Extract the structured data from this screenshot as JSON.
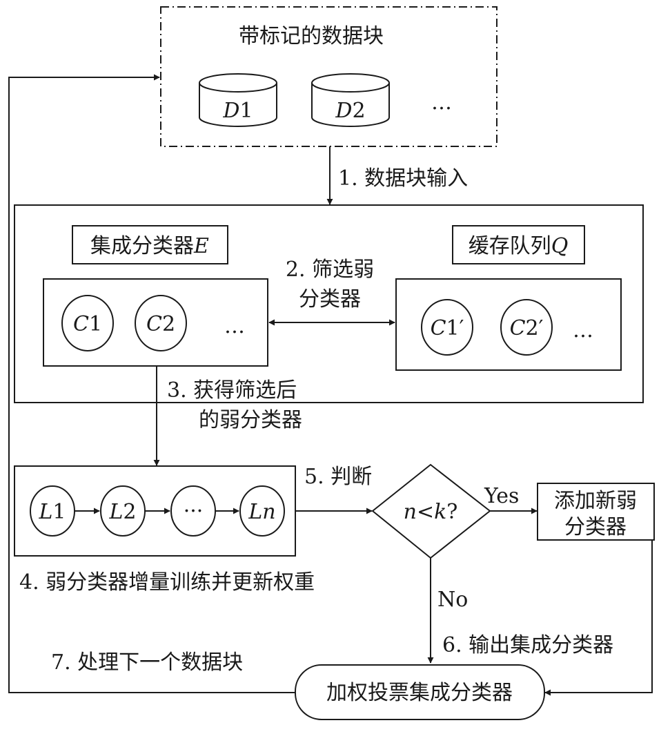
{
  "data_blocks": {
    "title": "带标记的数据块",
    "items": [
      {
        "var": "D",
        "idx": "1"
      },
      {
        "var": "D",
        "idx": "2"
      }
    ],
    "ellipsis": "…"
  },
  "steps": {
    "s1": "1. 数据块输入",
    "s2_line1": "2. 筛选弱",
    "s2_line2": "分类器",
    "s3_line1": "3. 获得筛选后",
    "s3_line2": "的弱分类器",
    "s4": "4. 弱分类器增量训练并更新权重",
    "s5": "5. 判断",
    "s6": "6. 输出集成分类器",
    "s7": "7. 处理下一个数据块"
  },
  "ensemble": {
    "label_text": "集成分类器",
    "label_var": "E",
    "nodes": [
      {
        "var": "C",
        "idx": "1"
      },
      {
        "var": "C",
        "idx": "2"
      }
    ],
    "ellipsis": "…"
  },
  "queue": {
    "label_text": "缓存队列",
    "label_var": "Q",
    "nodes": [
      {
        "var": "C",
        "idx": "1′"
      },
      {
        "var": "C",
        "idx": "2′"
      }
    ],
    "ellipsis": "…"
  },
  "learners": {
    "nodes": [
      {
        "var": "L",
        "idx": "1"
      },
      {
        "var": "L",
        "idx": "2"
      },
      {
        "var": "",
        "idx": "···"
      },
      {
        "var": "L",
        "idx": "n"
      }
    ]
  },
  "decision": {
    "a": "n",
    "op": "<",
    "b": "k",
    "q": "?",
    "yes": "Yes",
    "no": "No"
  },
  "add_new": {
    "line1": "添加新弱",
    "line2": "分类器"
  },
  "output": {
    "label": "加权投票集成分类器"
  },
  "colors": {
    "stroke": "#1a1a1a",
    "background": "#ffffff"
  }
}
